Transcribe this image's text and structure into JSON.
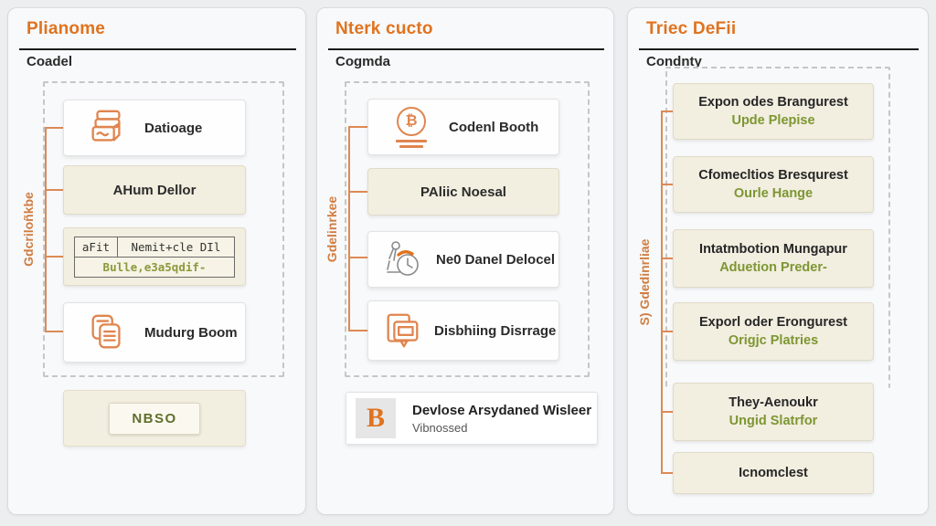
{
  "colors": {
    "accent_orange": "#e0731f",
    "connector_orange": "#dd8a55",
    "green_text": "#7d9632",
    "beige_box": "#f2eee0",
    "dashed_border": "#c6c6c6"
  },
  "icons": {
    "bitcoin_glyph": "₿"
  },
  "panels": [
    {
      "title": "Plianome",
      "subtitle": "Coadel",
      "side_label": "Gdcriloñkbe",
      "boxes": [
        {
          "icon": "database-icon",
          "label": "Datioage"
        },
        {
          "label": "AHum Dellor"
        },
        {
          "table": {
            "header_cells": [
              "aFit",
              "Nemit+cle DIl"
            ],
            "value_row": "Bulle,e3a5qdif-"
          }
        },
        {
          "icon": "documents-icon",
          "label": "Mudurg Boom"
        }
      ],
      "footer": {
        "chip_label": "NBSO"
      }
    },
    {
      "title": "Nterk cucto",
      "subtitle": "Cogmda",
      "side_label": "Gdelinrkee",
      "boxes": [
        {
          "icon": "bitcoin-icon",
          "label": "Codenl Booth"
        },
        {
          "label": "PAliic Noesal"
        },
        {
          "icon": "sketch-figure-icon",
          "label": "Ne0 Danel Delocel"
        },
        {
          "icon": "chat-document-icon",
          "label": "Disbhiing Disrrage"
        }
      ],
      "footer": {
        "logo_letter": "B",
        "title": "Devlose Arsydaned Wisleer",
        "subtitle": "Vibnossed"
      }
    },
    {
      "title": "Triec DeFii",
      "subtitle": "Condnty",
      "side_label": "S) Gdedinrliae",
      "boxes": [
        {
          "title": "Expon odes Brangurest",
          "subtitle": "Upde Plepise"
        },
        {
          "title": "Cfomecltios Bresqurest",
          "subtitle": "Ourle Hange"
        },
        {
          "title": "Intatmbotion Mungapur",
          "subtitle": "Aduetion Preder-"
        },
        {
          "title": "Exporl oder Erongurest",
          "subtitle": "Origjc Platries"
        },
        {
          "title": "They-Aenoukr",
          "subtitle": "Ungid Slatrfor"
        },
        {
          "title": "Icnomclest"
        }
      ]
    }
  ]
}
